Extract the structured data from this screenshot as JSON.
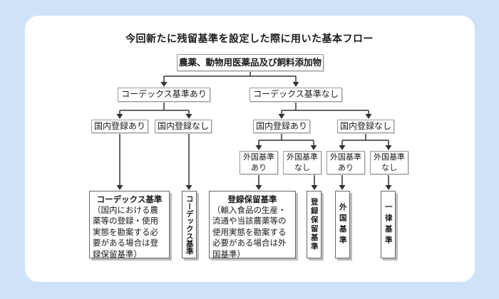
{
  "colors": {
    "background": "#cfe3f8",
    "panel": "#ffffff",
    "line": "#333333",
    "box_border": "#999999",
    "outcome_border": "#666666",
    "shadow": "#bdbdbd",
    "text": "#1a1a1a"
  },
  "diagram": {
    "title": "今回新たに残留基準を設定した際に用いた基本フロー",
    "nodes": {
      "root": {
        "label": "農薬、動物用医薬品及び飼料添加物"
      },
      "codex_yes": {
        "label": "コーデックス基準あり"
      },
      "codex_no": {
        "label": "コーデックス基準なし"
      },
      "domestic_yes_left": {
        "label": "国内登録あり"
      },
      "domestic_no_left": {
        "label": "国内登録なし"
      },
      "domestic_yes_right": {
        "label": "国内登録あり"
      },
      "domestic_no_right": {
        "label": "国内登録なし"
      },
      "foreign_yes_1": {
        "label": "外国基準あり"
      },
      "foreign_no_1": {
        "label": "外国基準なし"
      },
      "foreign_yes_2": {
        "label": "外国基準あり"
      },
      "foreign_no_2": {
        "label": "外国基準なし"
      }
    },
    "outcomes": {
      "codex_detailed": {
        "title": "コーデックス基準",
        "body": "（国内における農薬等の登録・使用実態を勘案する必要がある場合は登録保留基準）"
      },
      "codex_plain": {
        "label": "コーデックス基準"
      },
      "registration_detailed": {
        "title": "登録保留基準",
        "body": "（輸入食品の生産・流通や当該農薬等の使用実態を勘案する必要がある場合は外国基準）"
      },
      "registration_plain": {
        "label": "登録保留基準"
      },
      "foreign": {
        "label": "外国基準"
      },
      "uniform": {
        "label": "一律基準"
      }
    }
  }
}
